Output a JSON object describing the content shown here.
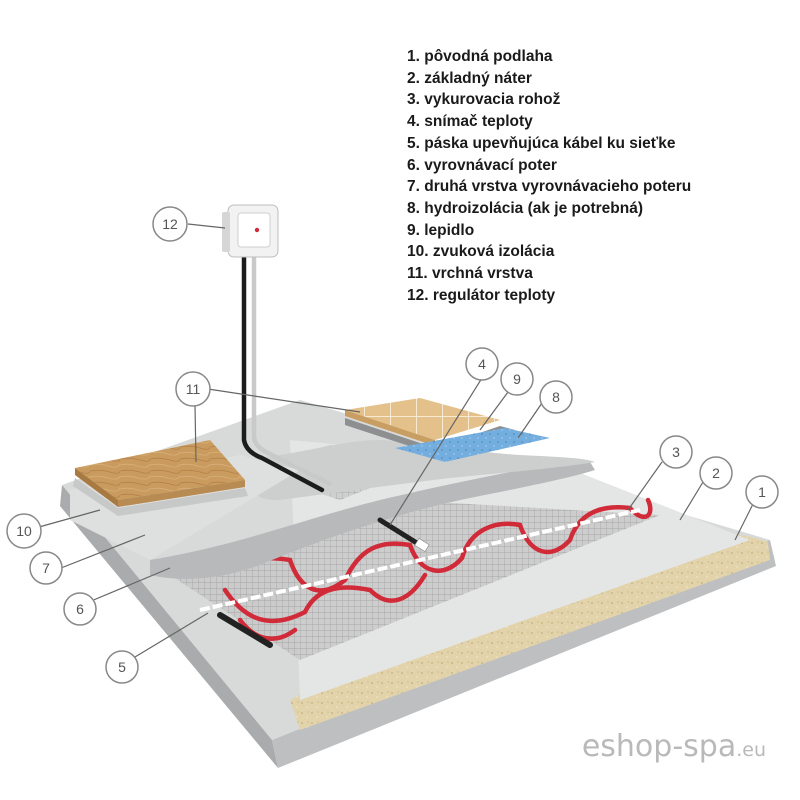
{
  "legend": [
    "1. pôvodná podlaha",
    "2. základný náter",
    "3. vykurovacia rohož",
    "4. snímač teploty",
    "5. páska upevňujúca kábel ku sieťke",
    "6. vyrovnávací poter",
    "7. druhá vrstva vyrovnávacieho poteru",
    "8. hydroizolácia (ak je potrebná)",
    "9. lepidlo",
    "10. zvuková izolácia",
    "11. vrchná vrstva",
    "12. regulátor teploty"
  ],
  "callouts": {
    "c1": "1",
    "c2": "2",
    "c3": "3",
    "c4": "4",
    "c5": "5",
    "c6": "6",
    "c7": "7",
    "c8": "8",
    "c9": "9",
    "c10": "10",
    "c11": "11",
    "c12": "12"
  },
  "watermark": {
    "main": "eshop-spa",
    "tld": ".eu"
  },
  "colors": {
    "cable": "#d22b3a",
    "mesh": "#9a9a9a",
    "concrete": "#cfd0d0",
    "sand": "#e3d5ae",
    "wood": "#c89a5c",
    "tile": "#e6c48e",
    "waterproofing": "#6fa8d8",
    "thermostat": "#eeeeee"
  }
}
